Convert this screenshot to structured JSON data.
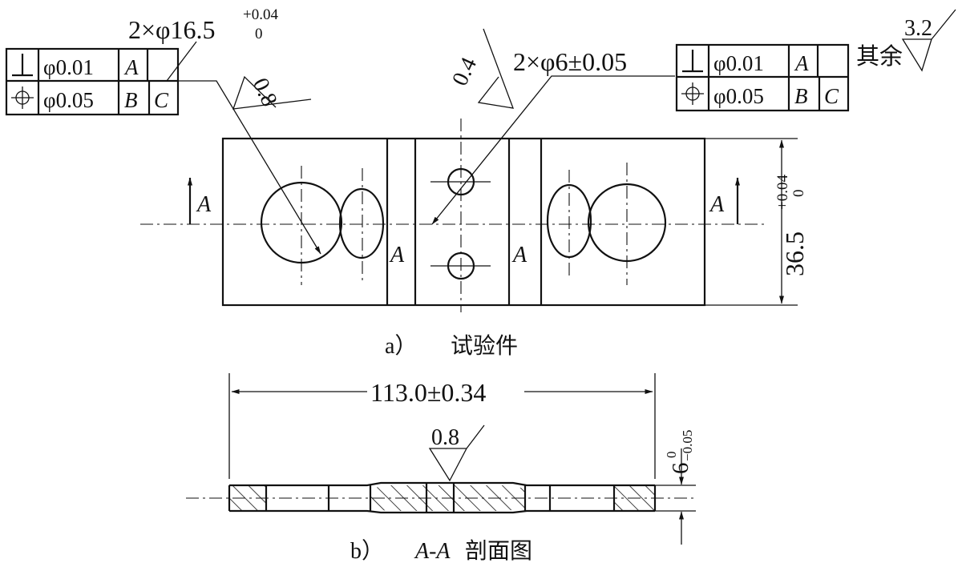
{
  "gdt_left": {
    "row1": {
      "symbol": "⊥",
      "tolerance": "φ0.01",
      "datum1": "A"
    },
    "row2": {
      "symbol": "⌖",
      "tolerance": "φ0.05",
      "datum1": "B",
      "datum2": "C"
    }
  },
  "gdt_right": {
    "row1": {
      "symbol": "⊥",
      "tolerance": "φ0.01",
      "datum1": "A"
    },
    "row2": {
      "symbol": "⌖",
      "tolerance": "φ0.05",
      "datum1": "B",
      "datum2": "C"
    }
  },
  "hole_large": {
    "prefix": "2×φ16.5",
    "upper": "+0.04",
    "lower": "0"
  },
  "hole_small": {
    "text": "2×φ6±0.05"
  },
  "roughness": {
    "left": "0.8",
    "middle": "0.4",
    "other": "3.2",
    "other_label": "其余",
    "section": "0.8"
  },
  "height_dim": {
    "base": "36.5",
    "upper": "+0.04",
    "lower": "0"
  },
  "section_marks": {
    "letter": "A"
  },
  "length_dim": {
    "text": "113.0±0.34"
  },
  "thickness_dim": {
    "base": "6",
    "upper": "0",
    "lower": "−0.05"
  },
  "captions": {
    "a_prefix": "a）",
    "a_title": "试验件",
    "b_prefix": "b）",
    "b_section": "A-A",
    "b_title": "剖面图"
  }
}
